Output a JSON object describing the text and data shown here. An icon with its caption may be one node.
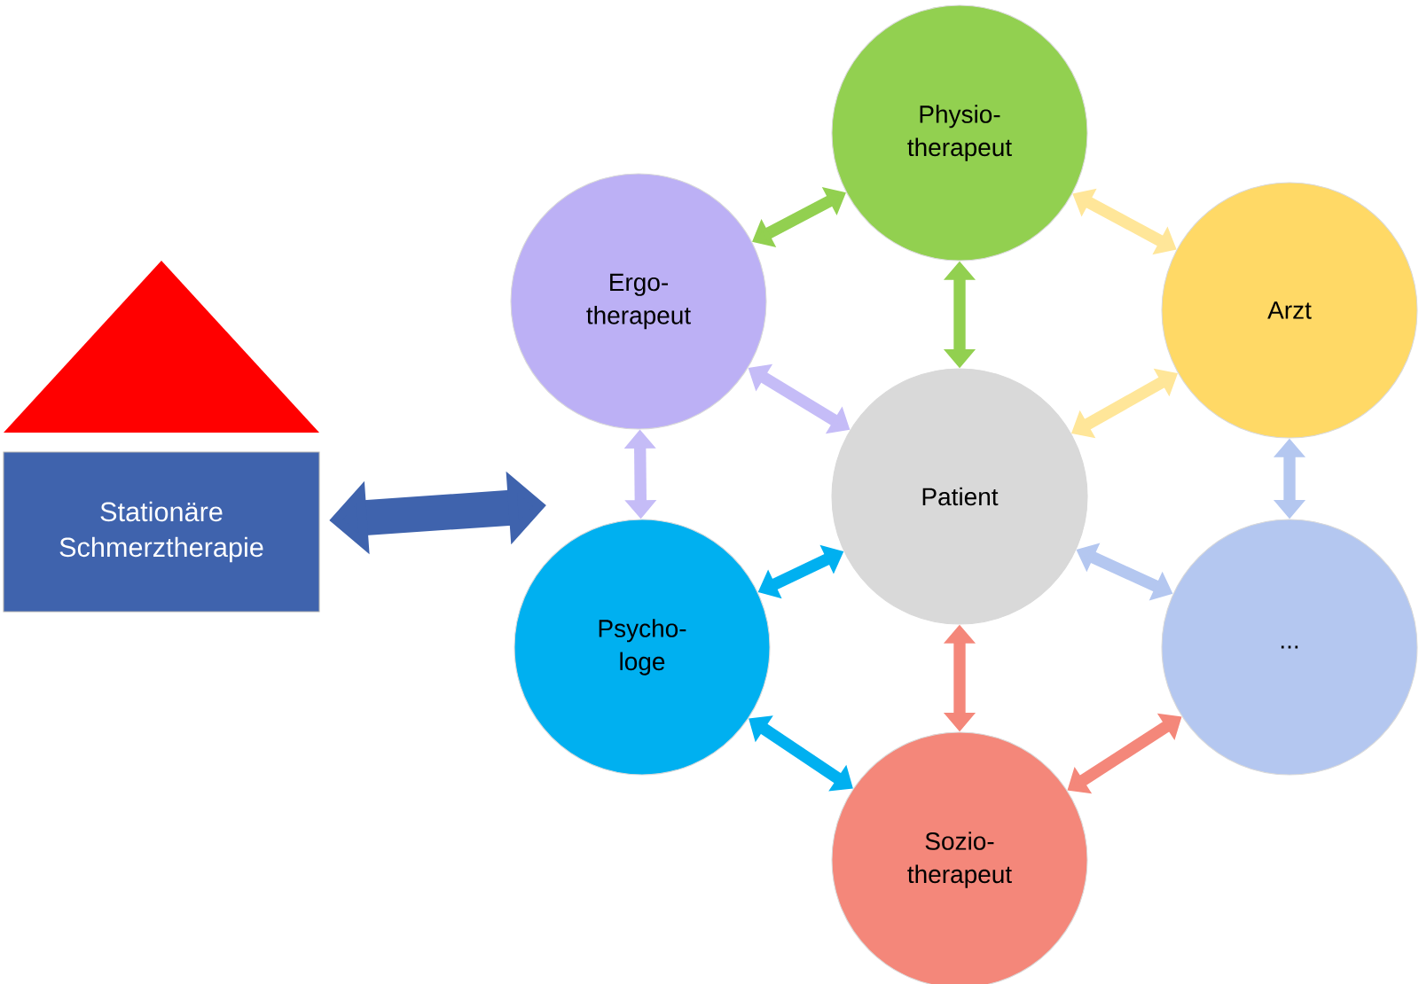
{
  "diagram": {
    "nodes": [
      {
        "text": [
          "Stationäre Schmerztherapie"
        ]
      },
      {
        "text": [
          "Physio- therapeut"
        ]
      },
      {
        "text": [
          "Ergo- therapeut"
        ]
      },
      {
        "text": [
          "Arzt"
        ]
      },
      {
        "text": [
          "Patient"
        ]
      },
      {
        "text": [
          "Psycho- loge"
        ]
      },
      {
        "text": [
          "..."
        ]
      },
      {
        "text": [
          "Sozio- therapeut"
        ]
      }
    ],
    "edges": [
      {
        "from": 0,
        "to": null,
        "arrow": "both",
        "style": "thick",
        "color": "#3f63ad"
      },
      {
        "from": 2,
        "to": 1,
        "arrow": "both",
        "color": "#92d050"
      },
      {
        "from": 1,
        "to": 4,
        "arrow": "both",
        "color": "#92d050"
      },
      {
        "from": 1,
        "to": 3,
        "arrow": "both",
        "color": "#ffe699"
      },
      {
        "from": 2,
        "to": 4,
        "arrow": "both",
        "color": "#c5bcf7"
      },
      {
        "from": 3,
        "to": 4,
        "arrow": "both",
        "color": "#ffe699"
      },
      {
        "from": 2,
        "to": 5,
        "arrow": "both",
        "color": "#c5bcf7"
      },
      {
        "from": 3,
        "to": 6,
        "arrow": "both",
        "color": "#b4c7f0"
      },
      {
        "from": 5,
        "to": 4,
        "arrow": "both",
        "color": "#00b0f0"
      },
      {
        "from": 4,
        "to": 6,
        "arrow": "both",
        "color": "#b4c7f0"
      },
      {
        "from": 4,
        "to": 7,
        "arrow": "both",
        "color": "#f4877a"
      },
      {
        "from": 5,
        "to": 7,
        "arrow": "both",
        "color": "#00b0f0"
      },
      {
        "from": 7,
        "to": 6,
        "arrow": "both",
        "color": "#f4877a"
      }
    ]
  }
}
